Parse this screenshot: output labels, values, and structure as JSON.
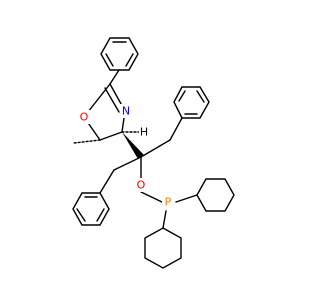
{
  "atoms": {
    "N": {
      "symbol": "N",
      "color": "#0000ff"
    },
    "O_ring": {
      "symbol": "O",
      "color": "#ff0000"
    },
    "O_ether": {
      "symbol": "O",
      "color": "#ff0000"
    },
    "P": {
      "symbol": "P",
      "color": "#ff8000"
    },
    "H": {
      "symbol": "H",
      "color": "#000000"
    }
  },
  "bond_color": "#000000"
}
